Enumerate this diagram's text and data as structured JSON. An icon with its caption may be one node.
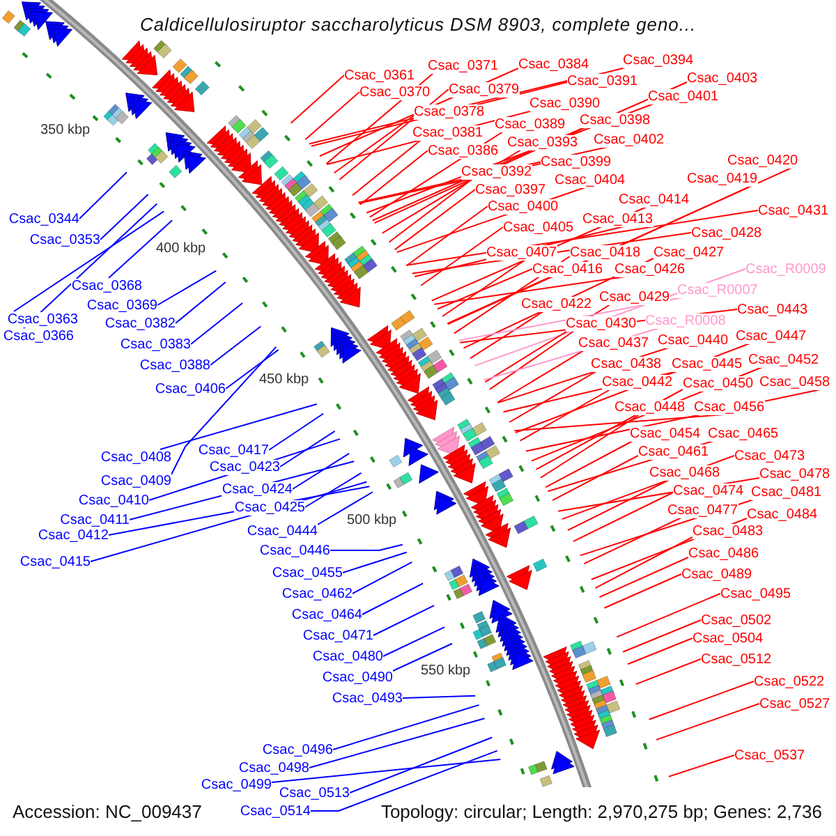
{
  "diagram": {
    "title": "Caldicellulosiruptor saccharolyticus DSM 8903, complete geno...",
    "nodes": [
      {
        "text": [
          "Csac_0361"
        ]
      },
      {
        "text": [
          "Csac_0371"
        ]
      },
      {
        "text": [
          "Csac_0384"
        ]
      },
      {
        "text": [
          "Csac_0394"
        ]
      },
      {
        "text": [
          "Csac_0370"
        ]
      },
      {
        "text": [
          "Csac_0379"
        ]
      },
      {
        "text": [
          "Csac_0391"
        ]
      },
      {
        "text": [
          "Csac_0403"
        ]
      },
      {
        "text": [
          "Csac_0401"
        ]
      },
      {
        "text": [
          "Csac_0378"
        ]
      },
      {
        "text": [
          "Csac_0390"
        ]
      },
      {
        "text": [
          "Csac_0381"
        ]
      },
      {
        "text": [
          "Csac_0389"
        ]
      },
      {
        "text": [
          "Csac_0398"
        ]
      },
      {
        "text": [
          "Csac_0386"
        ]
      },
      {
        "text": [
          "Csac_0393"
        ]
      },
      {
        "text": [
          "Csac_0402"
        ]
      },
      {
        "text": [
          "Csac_0392"
        ]
      },
      {
        "text": [
          "Csac_0399"
        ]
      },
      {
        "text": [
          "Csac_0420"
        ]
      },
      {
        "text": [
          "Csac_0397"
        ]
      },
      {
        "text": [
          "Csac_0404"
        ]
      },
      {
        "text": [
          "Csac_0419"
        ]
      },
      {
        "text": [
          "Csac_0400"
        ]
      },
      {
        "text": [
          "Csac_0414"
        ]
      },
      {
        "text": [
          "Csac_0431"
        ]
      },
      {
        "text": [
          "Csac_0405"
        ]
      },
      {
        "text": [
          "Csac_0413"
        ]
      },
      {
        "text": [
          "Csac_0428"
        ]
      },
      {
        "text": [
          "Csac_0407"
        ]
      },
      {
        "text": [
          "Csac_0418"
        ]
      },
      {
        "text": [
          "Csac_0427"
        ]
      },
      {
        "text": [
          "Csac_0416"
        ]
      },
      {
        "text": [
          "Csac_0426"
        ]
      },
      {
        "text": [
          "Csac_R0009"
        ]
      },
      {
        "text": [
          "Csac_0422"
        ]
      },
      {
        "text": [
          "Csac_0429"
        ]
      },
      {
        "text": [
          "Csac_R0007"
        ]
      },
      {
        "text": [
          "Csac_0430"
        ]
      },
      {
        "text": [
          "Csac_R0008"
        ]
      },
      {
        "text": [
          "Csac_0443"
        ]
      },
      {
        "text": [
          "Csac_0437"
        ]
      },
      {
        "text": [
          "Csac_0440"
        ]
      },
      {
        "text": [
          "Csac_0447"
        ]
      },
      {
        "text": [
          "Csac_0438"
        ]
      },
      {
        "text": [
          "Csac_0445"
        ]
      },
      {
        "text": [
          "Csac_0452"
        ]
      },
      {
        "text": [
          "Csac_0442"
        ]
      },
      {
        "text": [
          "Csac_0450"
        ]
      },
      {
        "text": [
          "Csac_0458"
        ]
      },
      {
        "text": [
          "Csac_0448"
        ]
      },
      {
        "text": [
          "Csac_0456"
        ]
      },
      {
        "text": [
          "Csac_0454"
        ]
      },
      {
        "text": [
          "Csac_0465"
        ]
      },
      {
        "text": [
          "Csac_0461"
        ]
      },
      {
        "text": [
          "Csac_0473"
        ]
      },
      {
        "text": [
          "Csac_0468"
        ]
      },
      {
        "text": [
          "Csac_0478"
        ]
      },
      {
        "text": [
          "Csac_0474"
        ]
      },
      {
        "text": [
          "Csac_0481"
        ]
      },
      {
        "text": [
          "Csac_0477"
        ]
      },
      {
        "text": [
          "Csac_0484"
        ]
      },
      {
        "text": [
          "Csac_0483"
        ]
      },
      {
        "text": [
          "Csac_0486"
        ]
      },
      {
        "text": [
          "Csac_0489"
        ]
      },
      {
        "text": [
          "Csac_0495"
        ]
      },
      {
        "text": [
          "Csac_0502"
        ]
      },
      {
        "text": [
          "Csac_0504"
        ]
      },
      {
        "text": [
          "Csac_0512"
        ]
      },
      {
        "text": [
          "Csac_0522"
        ]
      },
      {
        "text": [
          "Csac_0527"
        ]
      },
      {
        "text": [
          "Csac_0537"
        ]
      },
      {
        "text": [
          "Csac_0344"
        ]
      },
      {
        "text": [
          "Csac_0353"
        ]
      },
      {
        "text": [
          "Csac_0368"
        ]
      },
      {
        "text": [
          "Csac_0369"
        ]
      },
      {
        "text": [
          "Csac_0363"
        ]
      },
      {
        "text": [
          "Csac_0382"
        ]
      },
      {
        "text": [
          "Csac_0366"
        ]
      },
      {
        "text": [
          "Csac_0383"
        ]
      },
      {
        "text": [
          "Csac_0388"
        ]
      },
      {
        "text": [
          "Csac_0406"
        ]
      },
      {
        "text": [
          "Csac_0417"
        ]
      },
      {
        "text": [
          "Csac_0408"
        ]
      },
      {
        "text": [
          "Csac_0423"
        ]
      },
      {
        "text": [
          "Csac_0409"
        ]
      },
      {
        "text": [
          "Csac_0424"
        ]
      },
      {
        "text": [
          "Csac_0410"
        ]
      },
      {
        "text": [
          "Csac_0425"
        ]
      },
      {
        "text": [
          "Csac_0411"
        ]
      },
      {
        "text": [
          "Csac_0444"
        ]
      },
      {
        "text": [
          "Csac_0412"
        ]
      },
      {
        "text": [
          "Csac_0446"
        ]
      },
      {
        "text": [
          "Csac_0415"
        ]
      },
      {
        "text": [
          "Csac_0455"
        ]
      },
      {
        "text": [
          "Csac_0462"
        ]
      },
      {
        "text": [
          "Csac_0464"
        ]
      },
      {
        "text": [
          "Csac_0471"
        ]
      },
      {
        "text": [
          "Csac_0480"
        ]
      },
      {
        "text": [
          "Csac_0490"
        ]
      },
      {
        "text": [
          "Csac_0493"
        ]
      },
      {
        "text": [
          "Csac_0496"
        ]
      },
      {
        "text": [
          "Csac_0498"
        ]
      },
      {
        "text": [
          "Csac_0499"
        ]
      },
      {
        "text": [
          "Csac_0513"
        ]
      },
      {
        "text": [
          "Csac_0514"
        ]
      }
    ],
    "edges": [
      {
        "from": 0,
        "to": null,
        "arrow": "none"
      },
      {
        "from": 1,
        "to": null,
        "arrow": "none"
      },
      {
        "from": 2,
        "to": null,
        "arrow": "none"
      },
      {
        "from": 3,
        "to": null,
        "arrow": "none"
      },
      {
        "from": 4,
        "to": null,
        "arrow": "none"
      },
      {
        "from": 5,
        "to": null,
        "arrow": "none"
      },
      {
        "from": 6,
        "to": null,
        "arrow": "none"
      },
      {
        "from": 7,
        "to": null,
        "arrow": "none"
      },
      {
        "from": 8,
        "to": null,
        "arrow": "none"
      },
      {
        "from": 9,
        "to": null,
        "arrow": "none"
      },
      {
        "from": 10,
        "to": null,
        "arrow": "none"
      },
      {
        "from": 11,
        "to": null,
        "arrow": "none"
      },
      {
        "from": 12,
        "to": null,
        "arrow": "none"
      },
      {
        "from": 13,
        "to": null,
        "arrow": "none"
      },
      {
        "from": 14,
        "to": null,
        "arrow": "none"
      },
      {
        "from": 15,
        "to": null,
        "arrow": "none"
      },
      {
        "from": 16,
        "to": null,
        "arrow": "none"
      },
      {
        "from": 17,
        "to": null,
        "arrow": "none"
      },
      {
        "from": 18,
        "to": null,
        "arrow": "none"
      },
      {
        "from": 19,
        "to": null,
        "arrow": "none"
      },
      {
        "from": 20,
        "to": null,
        "arrow": "none"
      },
      {
        "from": 21,
        "to": null,
        "arrow": "none"
      },
      {
        "from": 22,
        "to": null,
        "arrow": "none"
      },
      {
        "from": 23,
        "to": null,
        "arrow": "none"
      },
      {
        "from": 24,
        "to": null,
        "arrow": "none"
      },
      {
        "from": 25,
        "to": null,
        "arrow": "none"
      },
      {
        "from": 26,
        "to": null,
        "arrow": "none"
      },
      {
        "from": 27,
        "to": null,
        "arrow": "none"
      },
      {
        "from": 28,
        "to": null,
        "arrow": "none"
      },
      {
        "from": 29,
        "to": null,
        "arrow": "none"
      },
      {
        "from": 30,
        "to": null,
        "arrow": "none"
      },
      {
        "from": 31,
        "to": null,
        "arrow": "none"
      },
      {
        "from": 32,
        "to": null,
        "arrow": "none"
      },
      {
        "from": 33,
        "to": null,
        "arrow": "none"
      },
      {
        "from": 34,
        "to": null,
        "arrow": "none",
        "color": "#ff99cc"
      },
      {
        "from": 35,
        "to": null,
        "arrow": "none"
      },
      {
        "from": 36,
        "to": null,
        "arrow": "none"
      },
      {
        "from": 37,
        "to": null,
        "arrow": "none",
        "color": "#ff99cc"
      },
      {
        "from": 38,
        "to": null,
        "arrow": "none"
      },
      {
        "from": 39,
        "to": null,
        "arrow": "none",
        "color": "#ff99cc"
      },
      {
        "from": 40,
        "to": null,
        "arrow": "none"
      },
      {
        "from": 41,
        "to": null,
        "arrow": "none"
      },
      {
        "from": 42,
        "to": null,
        "arrow": "none"
      },
      {
        "from": 43,
        "to": null,
        "arrow": "none"
      },
      {
        "from": 44,
        "to": null,
        "arrow": "none"
      },
      {
        "from": 45,
        "to": null,
        "arrow": "none"
      },
      {
        "from": 46,
        "to": null,
        "arrow": "none"
      },
      {
        "from": 47,
        "to": null,
        "arrow": "none"
      },
      {
        "from": 48,
        "to": null,
        "arrow": "none"
      },
      {
        "from": 49,
        "to": null,
        "arrow": "none"
      },
      {
        "from": 50,
        "to": null,
        "arrow": "none"
      },
      {
        "from": 51,
        "to": null,
        "arrow": "none"
      },
      {
        "from": 52,
        "to": null,
        "arrow": "none"
      },
      {
        "from": 53,
        "to": null,
        "arrow": "none"
      },
      {
        "from": 54,
        "to": null,
        "arrow": "none"
      },
      {
        "from": 55,
        "to": null,
        "arrow": "none"
      },
      {
        "from": 56,
        "to": null,
        "arrow": "none"
      },
      {
        "from": 57,
        "to": null,
        "arrow": "none"
      },
      {
        "from": 58,
        "to": null,
        "arrow": "none"
      },
      {
        "from": 59,
        "to": null,
        "arrow": "none"
      },
      {
        "from": 60,
        "to": null,
        "arrow": "none"
      },
      {
        "from": 61,
        "to": null,
        "arrow": "none"
      },
      {
        "from": 62,
        "to": null,
        "arrow": "none"
      },
      {
        "from": 63,
        "to": null,
        "arrow": "none"
      },
      {
        "from": 64,
        "to": null,
        "arrow": "none"
      },
      {
        "from": 65,
        "to": null,
        "arrow": "none"
      },
      {
        "from": 66,
        "to": null,
        "arrow": "none"
      },
      {
        "from": 67,
        "to": null,
        "arrow": "none"
      },
      {
        "from": 68,
        "to": null,
        "arrow": "none"
      },
      {
        "from": 69,
        "to": null,
        "arrow": "none"
      },
      {
        "from": 70,
        "to": null,
        "arrow": "none"
      },
      {
        "from": 71,
        "to": null,
        "arrow": "none"
      },
      {
        "from": 72,
        "to": null,
        "arrow": "none",
        "color": "#0000ff"
      },
      {
        "from": 73,
        "to": null,
        "arrow": "none",
        "color": "#0000ff"
      },
      {
        "from": 74,
        "to": null,
        "arrow": "none",
        "color": "#0000ff"
      },
      {
        "from": 75,
        "to": null,
        "arrow": "none",
        "color": "#0000ff"
      },
      {
        "from": 76,
        "to": null,
        "arrow": "none",
        "color": "#0000ff"
      },
      {
        "from": 77,
        "to": null,
        "arrow": "none",
        "color": "#0000ff"
      },
      {
        "from": 78,
        "to": null,
        "arrow": "none",
        "color": "#0000ff"
      },
      {
        "from": 79,
        "to": null,
        "arrow": "none",
        "color": "#0000ff"
      },
      {
        "from": 80,
        "to": null,
        "arrow": "none",
        "color": "#0000ff"
      },
      {
        "from": 81,
        "to": null,
        "arrow": "none",
        "color": "#0000ff"
      },
      {
        "from": 82,
        "to": null,
        "arrow": "none",
        "color": "#0000ff"
      },
      {
        "from": 83,
        "to": null,
        "arrow": "none",
        "color": "#0000ff"
      },
      {
        "from": 84,
        "to": null,
        "arrow": "none",
        "color": "#0000ff"
      },
      {
        "from": 85,
        "to": null,
        "arrow": "none",
        "color": "#0000ff"
      },
      {
        "from": 86,
        "to": null,
        "arrow": "none",
        "color": "#0000ff"
      },
      {
        "from": 87,
        "to": null,
        "arrow": "none",
        "color": "#0000ff"
      },
      {
        "from": 88,
        "to": null,
        "arrow": "none",
        "color": "#0000ff"
      },
      {
        "from": 89,
        "to": null,
        "arrow": "none",
        "color": "#0000ff"
      },
      {
        "from": 90,
        "to": null,
        "arrow": "none",
        "color": "#0000ff"
      },
      {
        "from": 91,
        "to": null,
        "arrow": "none",
        "color": "#0000ff"
      },
      {
        "from": 92,
        "to": null,
        "arrow": "none",
        "color": "#0000ff"
      },
      {
        "from": 93,
        "to": null,
        "arrow": "none",
        "color": "#0000ff"
      },
      {
        "from": 94,
        "to": null,
        "arrow": "none",
        "color": "#0000ff"
      },
      {
        "from": 95,
        "to": null,
        "arrow": "none",
        "color": "#0000ff"
      },
      {
        "from": 96,
        "to": null,
        "arrow": "none",
        "color": "#0000ff"
      },
      {
        "from": 97,
        "to": null,
        "arrow": "none",
        "color": "#0000ff"
      },
      {
        "from": 98,
        "to": null,
        "arrow": "none",
        "color": "#0000ff"
      },
      {
        "from": 99,
        "to": null,
        "arrow": "none",
        "color": "#0000ff"
      },
      {
        "from": 100,
        "to": null,
        "arrow": "none",
        "color": "#0000ff"
      },
      {
        "from": 101,
        "to": null,
        "arrow": "none",
        "color": "#0000ff"
      },
      {
        "from": 102,
        "to": null,
        "arrow": "none",
        "color": "#0000ff"
      },
      {
        "from": 103,
        "to": null,
        "arrow": "none",
        "color": "#0000ff"
      },
      {
        "from": 104,
        "to": null,
        "arrow": "none",
        "color": "#0000ff"
      },
      {
        "from": 105,
        "to": null,
        "arrow": "none",
        "color": "#0000ff"
      }
    ],
    "labels": [
      "350 kbp",
      "400 kbp",
      "450 kbp",
      "500 kbp",
      "550 kbp",
      "Accession: NC_009437",
      "Topology: circular; Length: 2,970,275 bp; Genes: 2,736"
    ]
  }
}
